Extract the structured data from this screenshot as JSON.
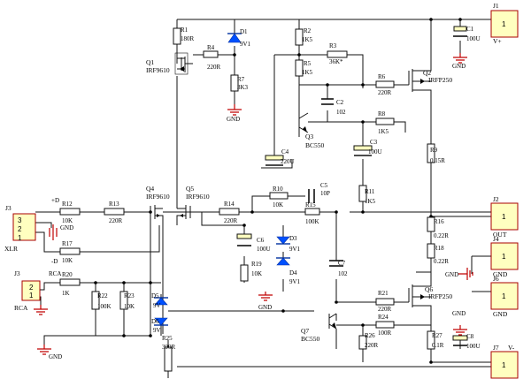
{
  "components": {
    "R1": [
      "R1",
      "180R"
    ],
    "D1": [
      "D1",
      "9V1"
    ],
    "R4": [
      "R4",
      "220R"
    ],
    "R7": [
      "R7",
      "3K3"
    ],
    "Q1": [
      "Q1",
      "IRF9610"
    ],
    "R2": [
      "R2",
      "1K5"
    ],
    "R3": [
      "R3",
      "36K*"
    ],
    "R5": [
      "R5",
      "1K5"
    ],
    "R6": [
      "R6",
      "220R"
    ],
    "Q2": [
      "Q2",
      "IRFP250"
    ],
    "C2": [
      "C2",
      "102"
    ],
    "R8": [
      "R8",
      "1K5"
    ],
    "Q3": [
      "Q3",
      "BC550"
    ],
    "C3": [
      "C3",
      "100U"
    ],
    "C4": [
      "C4",
      "220U"
    ],
    "R9": [
      "R9",
      "0.15R"
    ],
    "C1": [
      "C1",
      "100U"
    ],
    "Q4": [
      "Q4",
      "IRF9610"
    ],
    "Q5": [
      "Q5",
      "IRF9610"
    ],
    "R12": [
      "R12",
      "10K"
    ],
    "R13": [
      "R13",
      "220R"
    ],
    "R17": [
      "R17",
      "10K"
    ],
    "R20": [
      "R20",
      "1K"
    ],
    "R14": [
      "R14",
      "220R"
    ],
    "R10": [
      "R10",
      "10K"
    ],
    "C5": [
      "C5",
      "10P"
    ],
    "R15": [
      "R15",
      "100K"
    ],
    "R11": [
      "R11",
      "1K5"
    ],
    "C6": [
      "C6",
      "100U"
    ],
    "D3": [
      "D3",
      "9V1"
    ],
    "D4": [
      "D4",
      "9V1"
    ],
    "R19": [
      "R19",
      "10K"
    ],
    "C7": [
      "C7",
      "102"
    ],
    "R16": [
      "R16",
      "0.22R"
    ],
    "R18": [
      "R18",
      "0.22R"
    ],
    "R21": [
      "R21",
      "220R"
    ],
    "Q6": [
      "Q6",
      "IRFP250"
    ],
    "R22": [
      "R22",
      "100K"
    ],
    "R23": [
      "R23",
      "10K"
    ],
    "D5": [
      "D5",
      "9V"
    ],
    "D6": [
      "D6",
      "9V"
    ],
    "R25": [
      "R25",
      "390R"
    ],
    "R24": [
      "R24",
      "100R"
    ],
    "Q7": [
      "Q7",
      "BC550"
    ],
    "R26": [
      "R26",
      "220R"
    ],
    "R27": [
      "R27",
      "0.1R"
    ],
    "C8": [
      "C8",
      "100U"
    ]
  },
  "connectors": {
    "J1": {
      "ref": "J1",
      "pin": "1",
      "label": "V+"
    },
    "J2": {
      "ref": "J2",
      "pin": "1",
      "label": "OUT"
    },
    "J4": {
      "ref": "J4",
      "pin": "1",
      "label": "GND"
    },
    "J6": {
      "ref": "J6",
      "pin": "1",
      "label": "GND"
    },
    "J7": {
      "ref": "J7",
      "pin": "1",
      "label": "V-"
    },
    "J3a": {
      "ref": "J3",
      "pins": [
        "3",
        "2",
        "1"
      ],
      "label": "XLR"
    },
    "J3b": {
      "ref": "J3",
      "pins": [
        "2",
        "1"
      ],
      "label": "RCA"
    }
  },
  "nets": {
    "plus_d": "+D",
    "gnd": "GND",
    "minus_d": "-D",
    "rca": "RCA"
  },
  "ground_label": "GND"
}
